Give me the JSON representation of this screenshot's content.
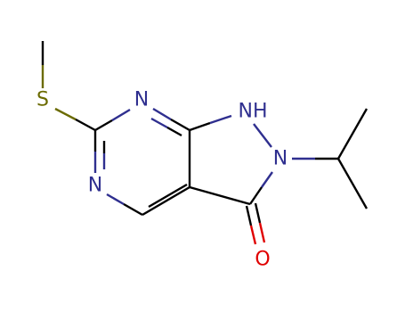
{
  "molecule": {
    "atoms": {
      "S": {
        "text": "S",
        "color": "#6b6b00"
      },
      "N_top": {
        "text": "N",
        "color": "#2f2f8f"
      },
      "N_left": {
        "text": "N",
        "color": "#2f2f8f"
      },
      "NH": {
        "text": "NH",
        "color": "#2f2f8f"
      },
      "N_right": {
        "text": "N",
        "color": "#2f2f8f"
      },
      "O": {
        "text": "O",
        "color": "#e00000"
      }
    },
    "colors": {
      "carbon_bond": "#000000",
      "nitrogen": "#2f2f8f",
      "sulfur": "#6b6b00",
      "oxygen": "#e00000"
    }
  }
}
